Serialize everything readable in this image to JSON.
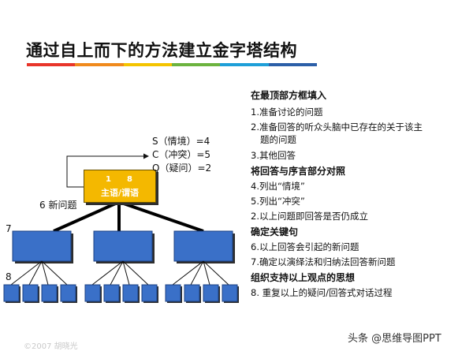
{
  "title": "通过自上而下的方法建立金字塔结构",
  "title_bar_colors": [
    "#e8352a",
    "#f08a1c",
    "#f4c400",
    "#6cb33f",
    "#1e9fd8",
    "#2c5fa8"
  ],
  "top_box": {
    "num_left": "1",
    "num_right": "8",
    "label": "主语/谓语",
    "color": "#f4b800"
  },
  "scq": [
    {
      "text": "S（情境）=4"
    },
    {
      "text": "C（冲突）=5"
    },
    {
      "text": "Q（疑问）=2"
    }
  ],
  "labels": {
    "new_question": "6  新问题",
    "level2": "7",
    "level3": "8"
  },
  "box_color": "#3a70c8",
  "right_panel": {
    "sections": [
      {
        "heading": "在最顶部方框填入",
        "items": [
          "1.准备讨论的问题",
          "2.准备回答的听众头脑中已存在的关于该主",
          "题的问题",
          "3.其他回答"
        ]
      },
      {
        "heading": "将回答与序言部分对照",
        "items": [
          "4.列出“情境”",
          "5.列出“冲突”",
          "2.以上问题即回答是否仍成立"
        ]
      },
      {
        "heading": "确定关键句",
        "items": [
          "6.以上回答会引起的新问题",
          "7.确定以演绎法和归纳法回答新问题"
        ]
      },
      {
        "heading": "组织支持以上观点的思想",
        "items": [
          "8. 重复以上的疑问/回答式对话过程"
        ]
      }
    ]
  },
  "copyright": "©2007 胡晓光",
  "watermark": "头条 @思维导图PPT"
}
